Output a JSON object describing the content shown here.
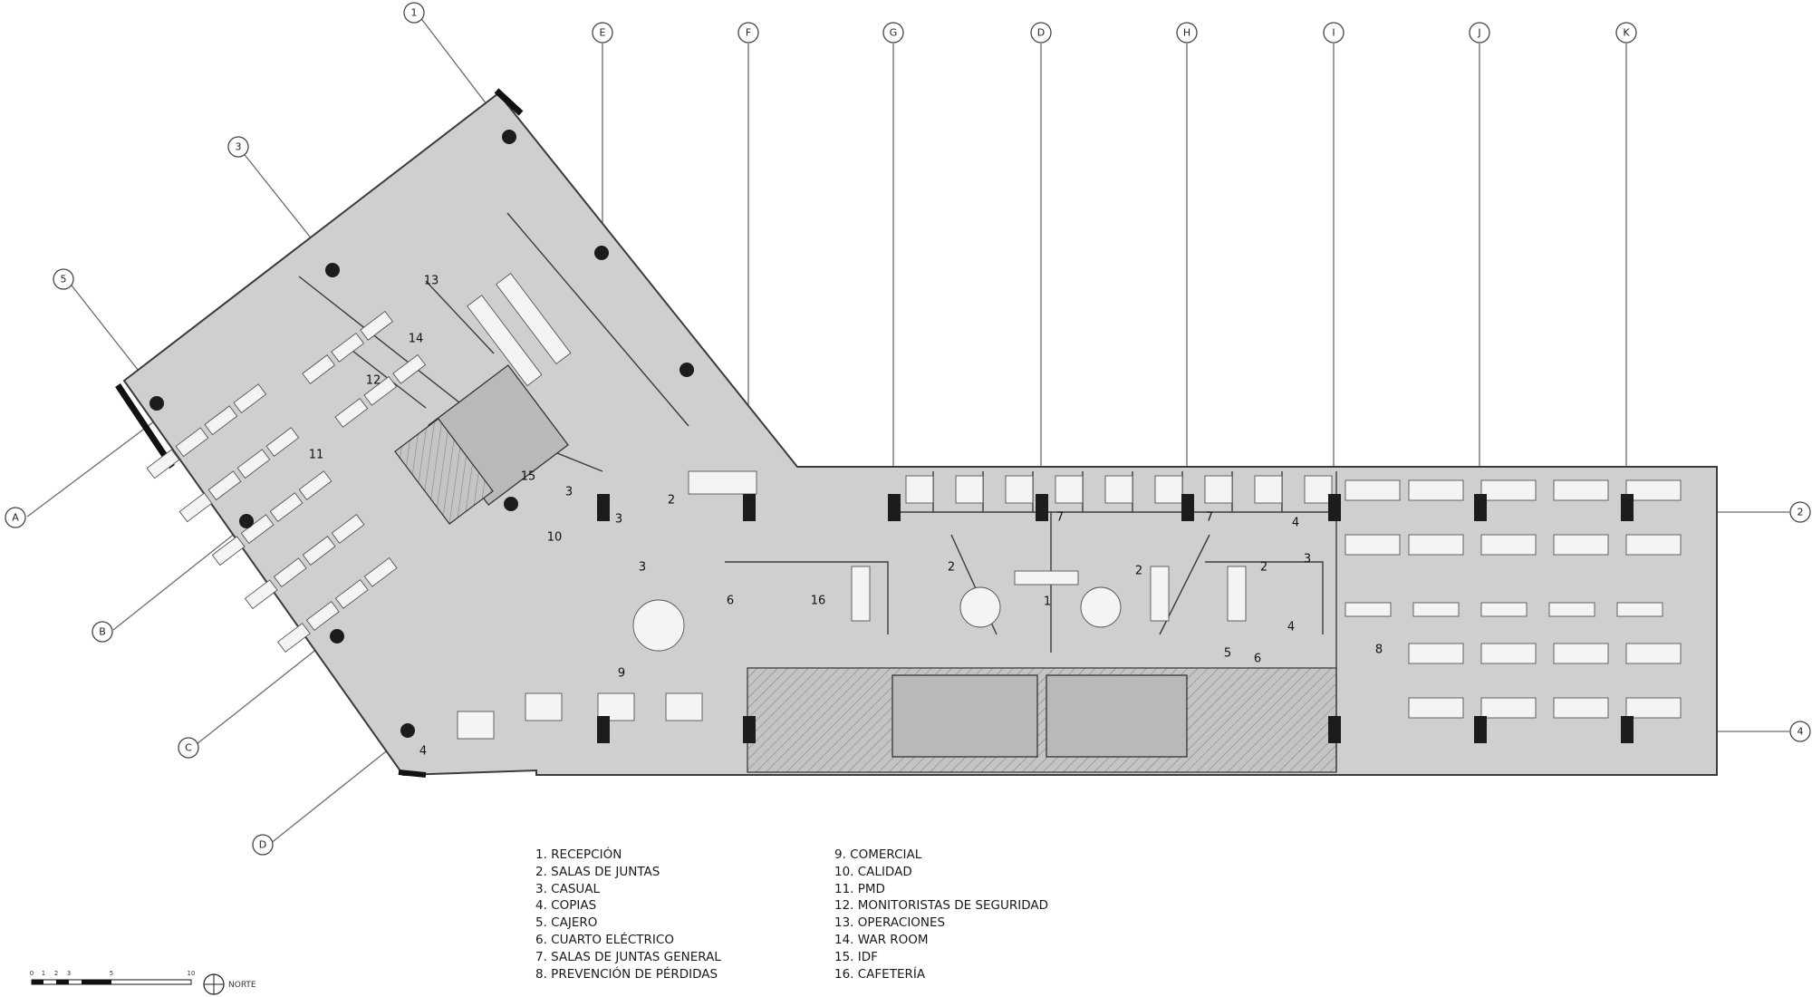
{
  "axes": {
    "vertical": [
      "E",
      "F",
      "G",
      "D",
      "H",
      "I",
      "J",
      "K"
    ],
    "horizontal": [
      "2",
      "4"
    ],
    "diagonal_left": [
      "A",
      "B",
      "C",
      "D"
    ],
    "diagonal_top": [
      "1",
      "3",
      "5"
    ]
  },
  "room_numbers": [
    "1",
    "2",
    "2",
    "2",
    "2",
    "3",
    "3",
    "3",
    "3",
    "4",
    "4",
    "4",
    "5",
    "6",
    "6",
    "7",
    "7",
    "8",
    "9",
    "10",
    "11",
    "12",
    "13",
    "14",
    "15",
    "16"
  ],
  "legend": {
    "left": [
      "1. RECEPCIÓN",
      "2. SALAS DE JUNTAS",
      "3. CASUAL",
      "4. COPIAS",
      "5. CAJERO",
      "6. CUARTO ELÉCTRICO",
      "7. SALAS DE JUNTAS GENERAL",
      "8. PREVENCIÓN DE PÉRDIDAS"
    ],
    "right": [
      "9. COMERCIAL",
      "10. CALIDAD",
      "11. PMD",
      "12. MONITORISTAS DE SEGURIDAD",
      "13. OPERACIONES",
      "14. WAR ROOM",
      "15. IDF",
      "16. CAFETERÍA"
    ]
  },
  "scale": {
    "ticks": [
      "0",
      "1",
      "2",
      "3",
      "5",
      "10"
    ]
  },
  "north": {
    "label": "NORTE"
  }
}
